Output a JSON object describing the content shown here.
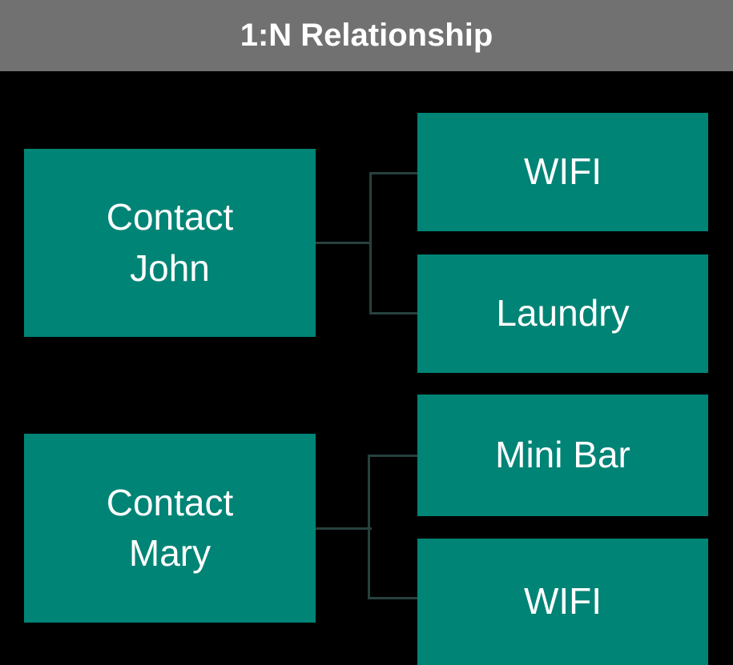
{
  "title": "1:N Relationship",
  "colors": {
    "background": "#000000",
    "header_bg": "#717171",
    "node_fill": "#008476",
    "connector": "#26413e",
    "text": "#ffffff"
  },
  "nodes": {
    "contact_john": {
      "label": "Contact\nJohn"
    },
    "wifi_1": {
      "label": "WIFI"
    },
    "laundry": {
      "label": "Laundry"
    },
    "contact_mary": {
      "label": "Contact\nMary"
    },
    "mini_bar": {
      "label": "Mini Bar"
    },
    "wifi_2": {
      "label": "WIFI"
    }
  },
  "relationships": [
    {
      "from": "Contact John",
      "to": [
        "WIFI",
        "Laundry"
      ]
    },
    {
      "from": "Contact Mary",
      "to": [
        "Mini Bar",
        "WIFI"
      ]
    }
  ]
}
